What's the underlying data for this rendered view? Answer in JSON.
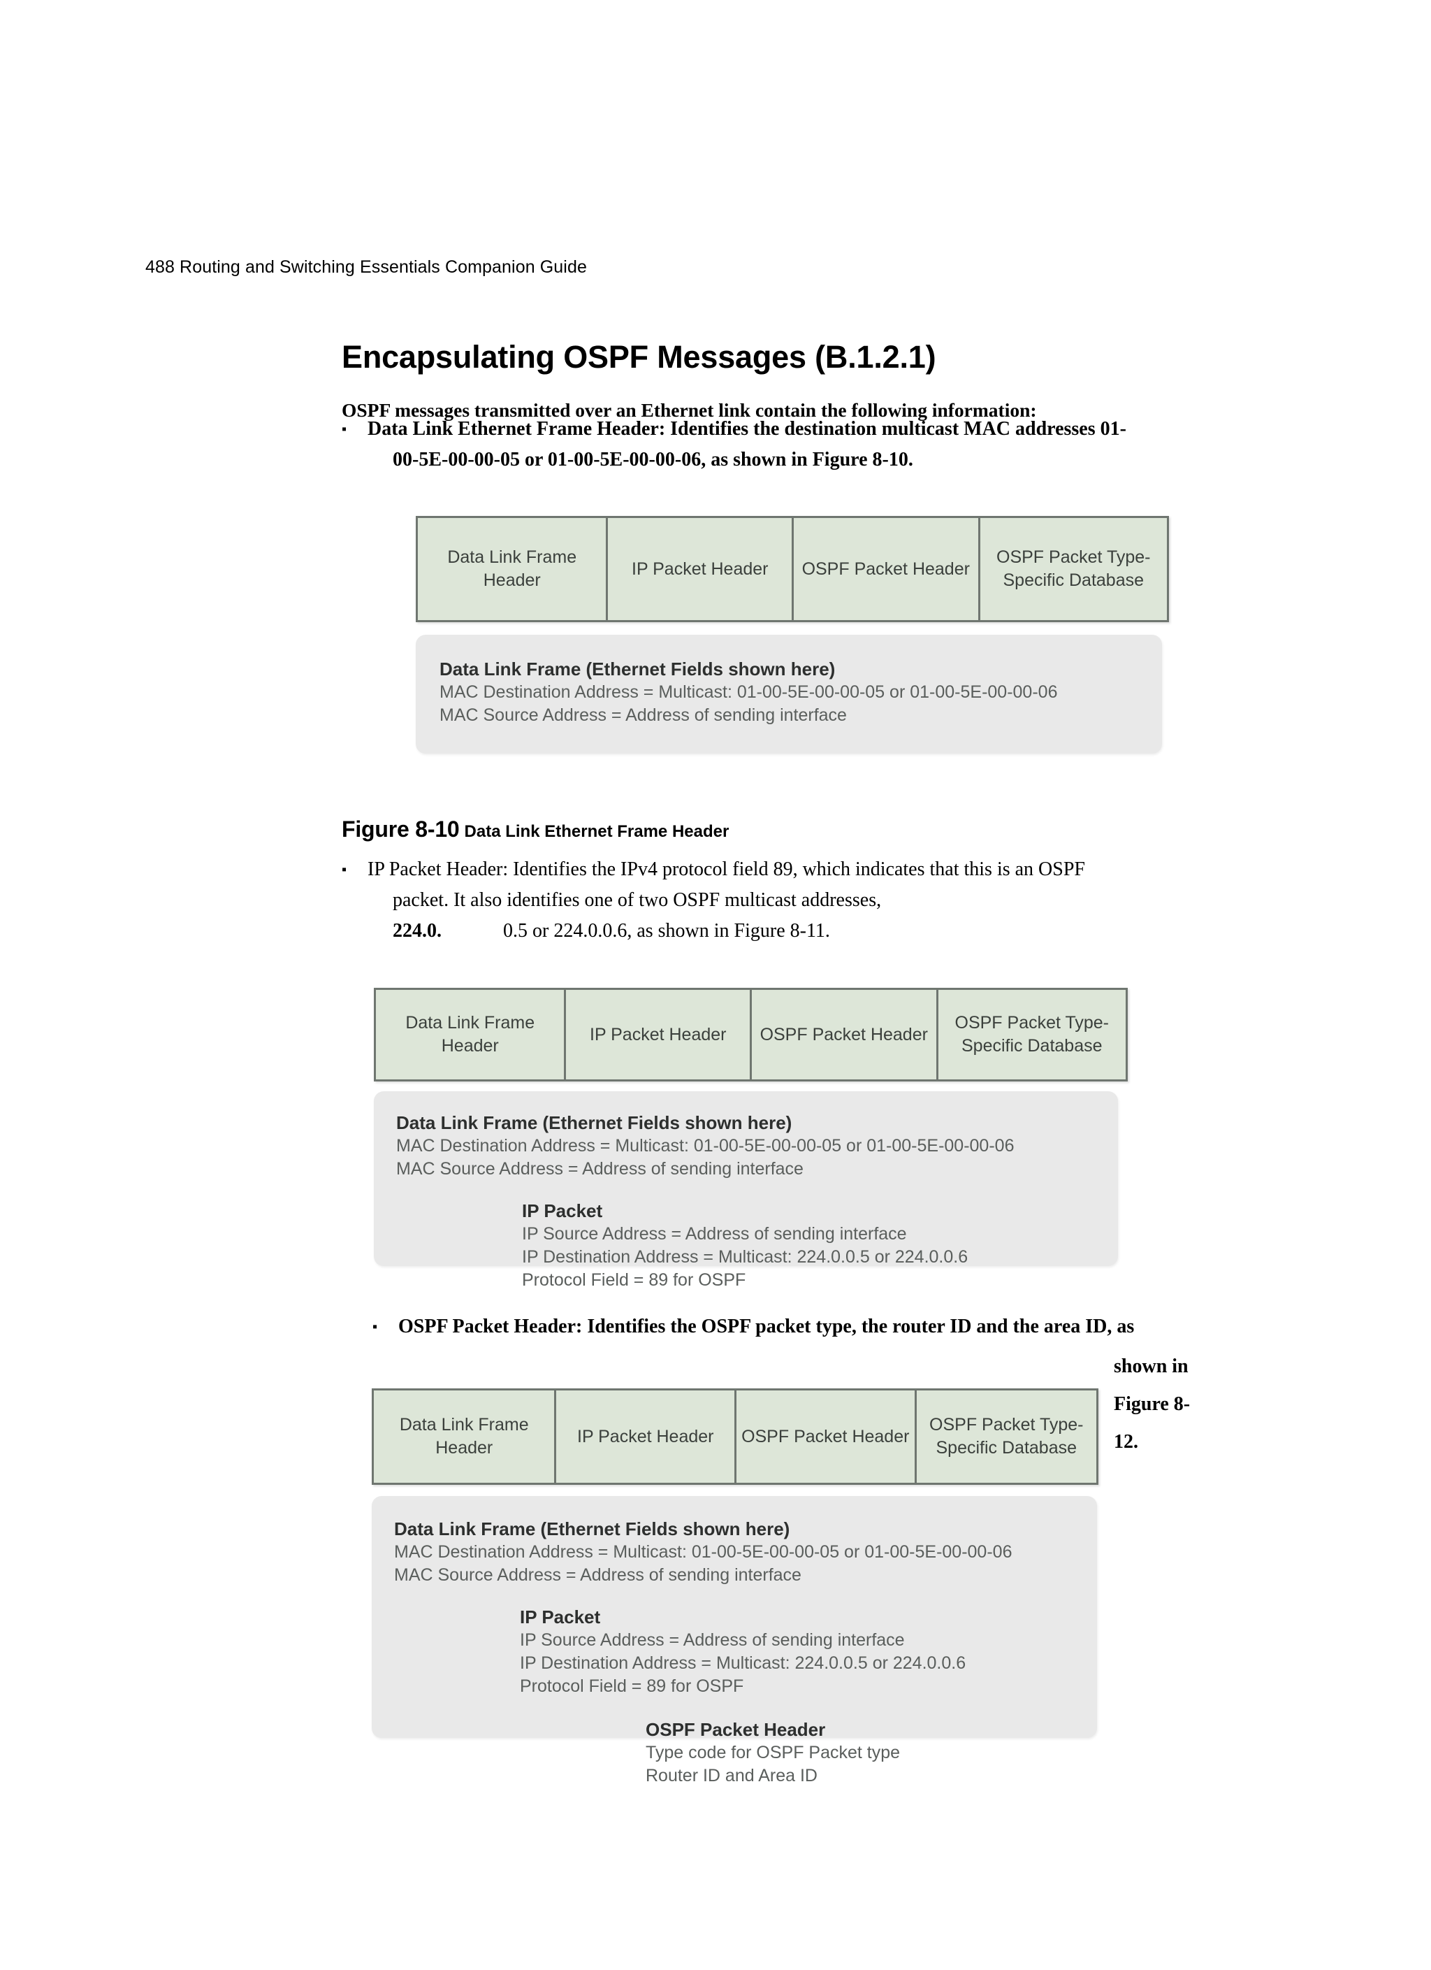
{
  "page": {
    "running_head": "488 Routing and Switching Essentials Companion Guide",
    "heading": "Encapsulating OSPF Messages (B.1.2.1)",
    "intro": "OSPF messages transmitted over an Ethernet link contain the following information:",
    "bullet_marker": "▪"
  },
  "bullets": {
    "one": {
      "line1": "Data Link Ethernet Frame Header: Identifies the destination multicast MAC addresses 01-",
      "line2": "00-5E-00-00-05 or 01-00-5E-00-00-06, as shown in Figure 8-10."
    },
    "two": {
      "line1": "IP Packet Header: Identifies the IPv4 protocol field 89, which indicates that this is an OSPF",
      "line2": "packet. It also identifies one of two OSPF multicast addresses,",
      "line3_bold": "224.0.",
      "line3_rest": "0.5 or 224.0.0.6, as shown in Figure 8-11."
    },
    "three": {
      "line1": "OSPF Packet Header: Identifies the OSPF packet type, the router ID and the area ID, as",
      "margin_line1": "shown in",
      "margin_line2": "Figure 8-",
      "margin_line3": "12."
    }
  },
  "figure_caption": {
    "number": "Figure 8-10",
    "title": "Data Link Ethernet Frame Header"
  },
  "frame_cells": {
    "data_link": "Data Link Frame Header",
    "ip_header": "IP Packet Header",
    "ospf_header": "OSPF Packet Header",
    "ospf_db": "OSPF Packet Type-Specific Database"
  },
  "detail_text": {
    "data_link_title": "Data Link Frame (Ethernet Fields shown here)",
    "mac_dest": "MAC Destination Address = Multicast: 01-00-5E-00-00-05 or 01-00-5E-00-00-06",
    "mac_src": "MAC Source Address = Address of sending interface",
    "ip_title": "IP Packet",
    "ip_src": "IP Source Address = Address of sending interface",
    "ip_dest": "IP Destination Address = Multicast: 224.0.0.5 or 224.0.0.6",
    "ip_proto": "Protocol Field = 89 for OSPF",
    "ospf_title": "OSPF Packet Header",
    "ospf_type": "Type code for OSPF Packet type",
    "ospf_ids": "Router ID and Area ID"
  },
  "colors": {
    "frame_fill": "#dde6d8",
    "frame_border": "#6f7670",
    "panel_fill": "#e9e9e9",
    "frame_text": "#3b403c",
    "panel_text": "#5a5e5c"
  }
}
